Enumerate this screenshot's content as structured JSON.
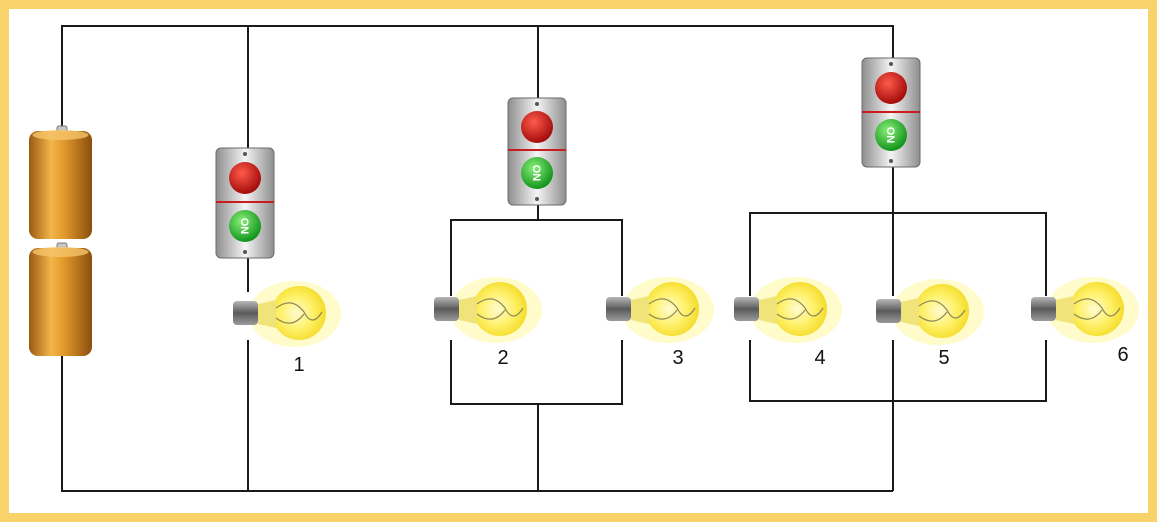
{
  "frame_color": "#f8d36a",
  "wire_color": "#1a1a1a",
  "battery": {
    "cells": 2,
    "color": "#e8a43c"
  },
  "switches": [
    {
      "id": 1,
      "on_label": "ON",
      "off_color": "#d9141b",
      "on_color": "#2cc833"
    },
    {
      "id": 2,
      "on_label": "ON",
      "off_color": "#d9141b",
      "on_color": "#2cc833"
    },
    {
      "id": 3,
      "on_label": "ON",
      "off_color": "#d9141b",
      "on_color": "#2cc833"
    }
  ],
  "bulbs": [
    {
      "label": "1",
      "glow": "#ffef4a"
    },
    {
      "label": "2",
      "glow": "#ffef4a"
    },
    {
      "label": "3",
      "glow": "#ffef4a"
    },
    {
      "label": "4",
      "glow": "#ffef4a"
    },
    {
      "label": "5",
      "glow": "#ffef4a"
    },
    {
      "label": "6",
      "glow": "#ffef4a"
    }
  ]
}
